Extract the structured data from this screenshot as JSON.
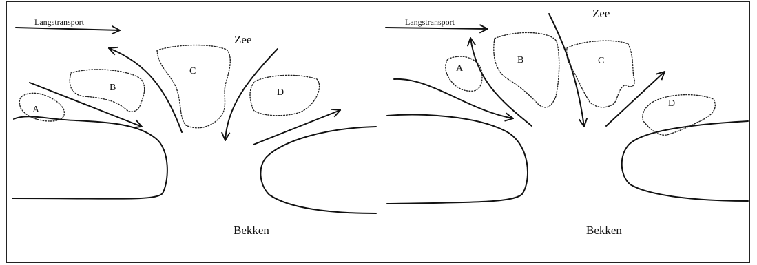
{
  "panels": [
    {
      "id": "left",
      "longshore_label": "Langstransport",
      "sea_label": "Zee",
      "basin_label": "Bekken",
      "shoals": [
        "A",
        "B",
        "C",
        "D"
      ]
    },
    {
      "id": "right",
      "longshore_label": "Langstransport",
      "sea_label": "Zee",
      "basin_label": "Bekken",
      "shoals": [
        "A",
        "B",
        "C",
        "D"
      ]
    }
  ]
}
